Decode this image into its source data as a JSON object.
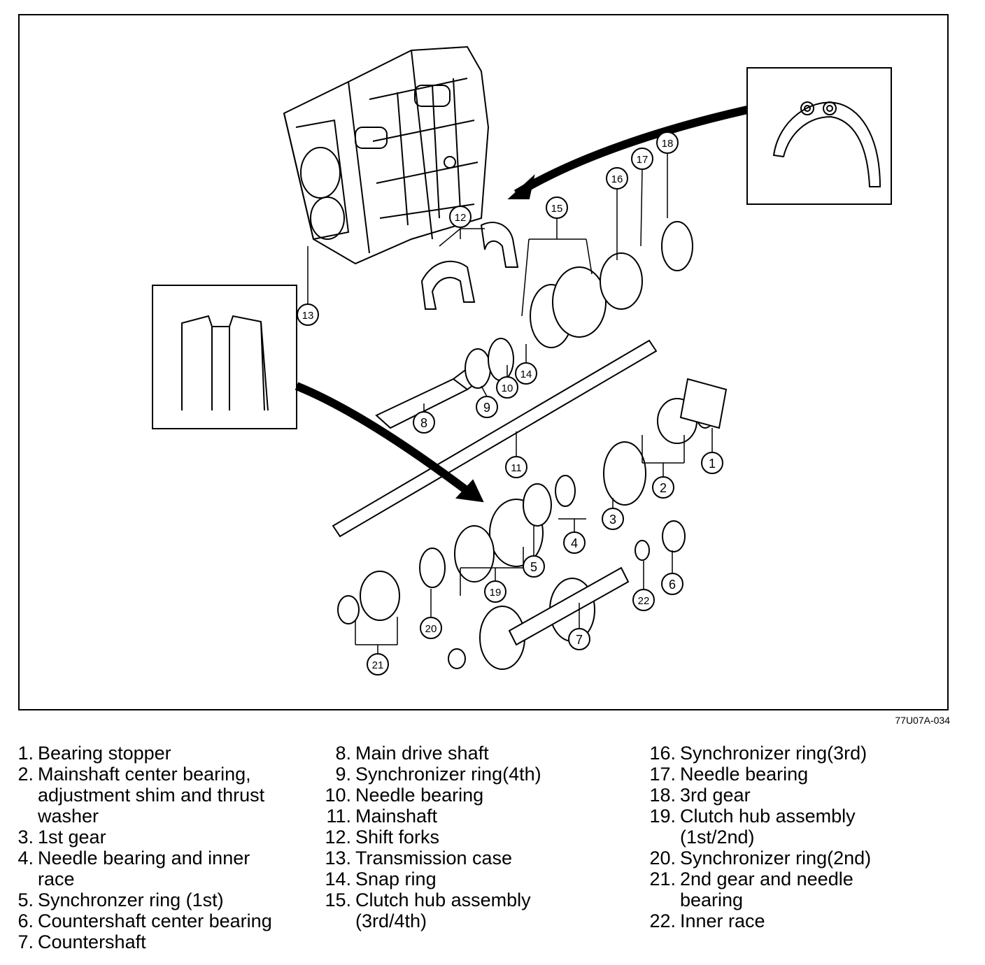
{
  "figure_code": "77U07A-034",
  "callouts": [
    "1",
    "2",
    "3",
    "4",
    "5",
    "6",
    "7",
    "8",
    "9",
    "10",
    "11",
    "12",
    "13",
    "14",
    "15",
    "16",
    "17",
    "18",
    "19",
    "20",
    "21",
    "22"
  ],
  "legend": {
    "col1": [
      {
        "num": "1.",
        "text": "Bearing stopper"
      },
      {
        "num": "2.",
        "text": "Mainshaft center bearing,"
      },
      {
        "num": "",
        "text": "adjustment shim and thrust"
      },
      {
        "num": "",
        "text": "washer"
      },
      {
        "num": "3.",
        "text": "1st gear"
      },
      {
        "num": "4.",
        "text": "Needle bearing and inner"
      },
      {
        "num": "",
        "text": "race"
      },
      {
        "num": "5.",
        "text": "Synchronzer ring (1st)"
      },
      {
        "num": "6.",
        "text": "Countershaft center bearing"
      },
      {
        "num": "7.",
        "text": "Countershaft"
      }
    ],
    "col2": [
      {
        "num": "8.",
        "text": "Main drive shaft"
      },
      {
        "num": "9.",
        "text": "Synchronizer ring(4th)"
      },
      {
        "num": "10.",
        "text": "Needle bearing"
      },
      {
        "num": "11.",
        "text": "Mainshaft"
      },
      {
        "num": "12.",
        "text": "Shift forks"
      },
      {
        "num": "13.",
        "text": "Transmission case"
      },
      {
        "num": "14.",
        "text": "Snap ring"
      },
      {
        "num": "15.",
        "text": "Clutch hub assembly"
      },
      {
        "num": "",
        "text": "(3rd/4th)"
      }
    ],
    "col3": [
      {
        "num": "16.",
        "text": "Synchronizer ring(3rd)"
      },
      {
        "num": "17.",
        "text": "Needle bearing"
      },
      {
        "num": "18.",
        "text": "3rd gear"
      },
      {
        "num": "19.",
        "text": "Clutch hub assembly"
      },
      {
        "num": "",
        "text": "(1st/2nd)"
      },
      {
        "num": "20.",
        "text": "Synchronizer ring(2nd)"
      },
      {
        "num": "21.",
        "text": "2nd gear and needle"
      },
      {
        "num": "",
        "text": "bearing"
      },
      {
        "num": "22.",
        "text": "Inner race"
      }
    ]
  }
}
